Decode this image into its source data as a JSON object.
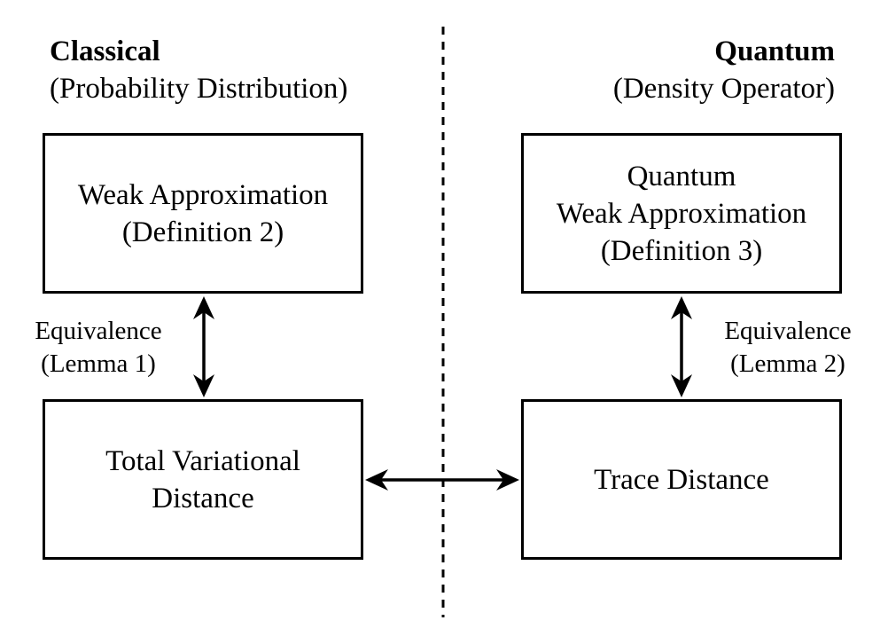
{
  "classical": {
    "title": "Classical",
    "subtitle": "(Probability Distribution)"
  },
  "quantum": {
    "title": "Quantum",
    "subtitle": "(Density Operator)"
  },
  "boxes": {
    "weak_approximation": {
      "line1": "Weak Approximation",
      "line2": "(Definition 2)"
    },
    "quantum_weak_approximation": {
      "line1": "Quantum",
      "line2": "Weak Approximation",
      "line3": "(Definition 3)"
    },
    "total_variational_distance": {
      "line1": "Total Variational",
      "line2": "Distance"
    },
    "trace_distance": {
      "line1": "Trace Distance"
    }
  },
  "edges": {
    "left": {
      "line1": "Equivalence",
      "line2": "(Lemma 1)"
    },
    "right": {
      "line1": "Equivalence",
      "line2": "(Lemma 2)"
    }
  }
}
